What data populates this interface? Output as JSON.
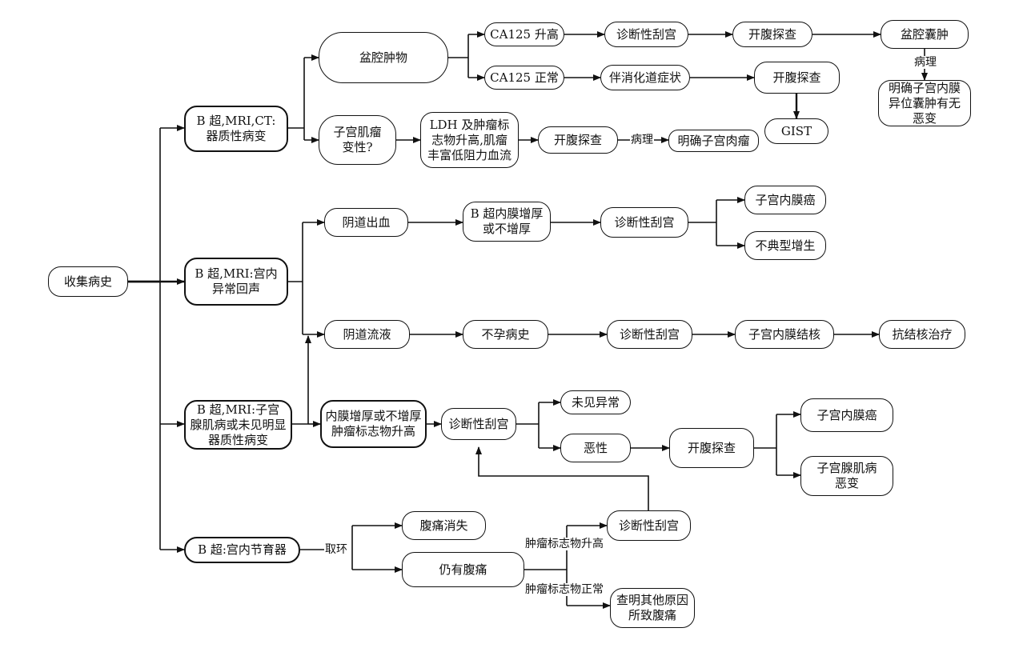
{
  "nodes": {
    "collect": "收集病史",
    "b1": "B 超,MRI,CT:\n器质性病变",
    "b2": "B 超,MRI:宫内\n异常回声",
    "b3": "B 超,MRI:子宫\n腺肌病或未见明显\n器质性病变",
    "b4": "B 超:宫内节育器",
    "pelvic_mass": "盆腔肿物",
    "fibroid": "子宫肌瘤\n变性?",
    "ca125_high": "CA125 升高",
    "ca125_normal": "CA125 正常",
    "diag_curettage_1": "诊断性刮宫",
    "digestive": "伴消化道症状",
    "lap_1": "开腹探查",
    "lap_2": "开腹探查",
    "pelvic_cyst": "盆腔囊肿",
    "endometriosis": "明确子宫内膜\n异位囊肿有无\n恶变",
    "gist": "GIST",
    "ldh": "LDH 及肿瘤标\n志物升高,肌瘤\n丰富低阻力血流",
    "lap_3": "开腹探查",
    "sarcoma": "明确子宫肉瘤",
    "vag_bleed": "阴道出血",
    "endo_thick_1": "B 超内膜增厚\n或不增厚",
    "diag_curettage_2": "诊断性刮宫",
    "endo_cancer_1": "子宫内膜癌",
    "atypical": "不典型增生",
    "vag_discharge": "阴道流液",
    "infertility": "不孕病史",
    "diag_curettage_3": "诊断性刮宫",
    "endo_tb": "子宫内膜结核",
    "anti_tb": "抗结核治疗",
    "endo_thick_2": "内膜增厚或不增厚\n肿瘤标志物升高",
    "diag_curettage_4": "诊断性刮宫",
    "no_abnormal": "未见异常",
    "malignant": "恶性",
    "lap_4": "开腹探查",
    "endo_cancer_2": "子宫内膜癌",
    "adenomyosis_mal": "子宫腺肌病\n恶变",
    "pain_gone": "腹痛消失",
    "pain_remain": "仍有腹痛",
    "diag_curettage_5": "诊断性刮宫",
    "other_cause": "查明其他原因\n所致腹痛"
  },
  "edge_labels": {
    "pathology_1": "病理",
    "pathology_2": "病理",
    "remove_ring": "取环",
    "marker_high": "肿瘤标志物升高",
    "marker_normal": "肿瘤标志物正常"
  }
}
